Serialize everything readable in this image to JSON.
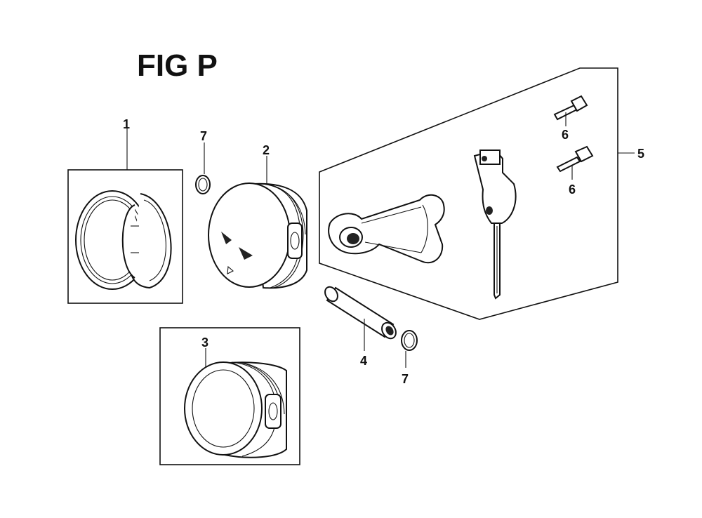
{
  "figure": {
    "title": "FIG P",
    "callouts": [
      "1",
      "2",
      "3",
      "4",
      "5",
      "6",
      "6",
      "7",
      "7"
    ]
  },
  "colors": {
    "ink": "#111111",
    "background": "#ffffff"
  }
}
